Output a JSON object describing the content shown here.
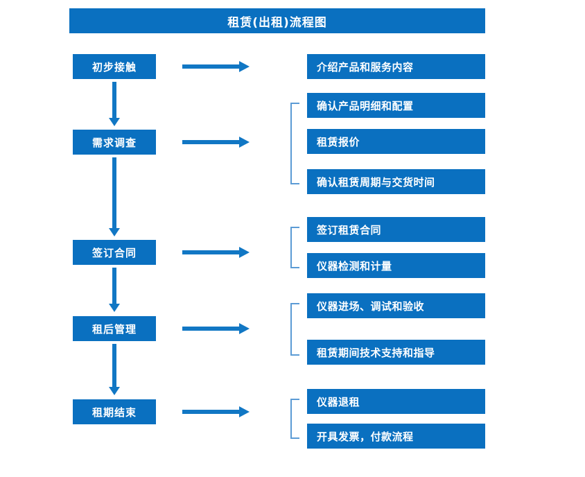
{
  "title": {
    "text": "租赁(出租)流程图"
  },
  "colors": {
    "box_blue": "#0a70c0",
    "arrow_blue": "#1177c4",
    "bracket_blue": "#5b9bd5",
    "box_text": "#ffffff",
    "background": "#ffffff"
  },
  "stages": [
    {
      "label": "初步接触"
    },
    {
      "label": "需求调查"
    },
    {
      "label": "签订合同"
    },
    {
      "label": "租后管理"
    },
    {
      "label": "租期结束"
    }
  ],
  "details": [
    {
      "label": "介绍产品和服务内容"
    },
    {
      "label": "确认产品明细和配置"
    },
    {
      "label": "租赁报价"
    },
    {
      "label": "确认租赁周期与交货时间"
    },
    {
      "label": "签订租赁合同"
    },
    {
      "label": "仪器检测和计量"
    },
    {
      "label": "仪器进场、调试和验收"
    },
    {
      "label": "租赁期间技术支持和指导"
    },
    {
      "label": "仪器退租"
    },
    {
      "label": "开具发票，付款流程"
    }
  ],
  "connectors": {
    "horizontal_arrow_count": 5,
    "vertical_arrow_count": 4,
    "bracket_count": 4
  }
}
